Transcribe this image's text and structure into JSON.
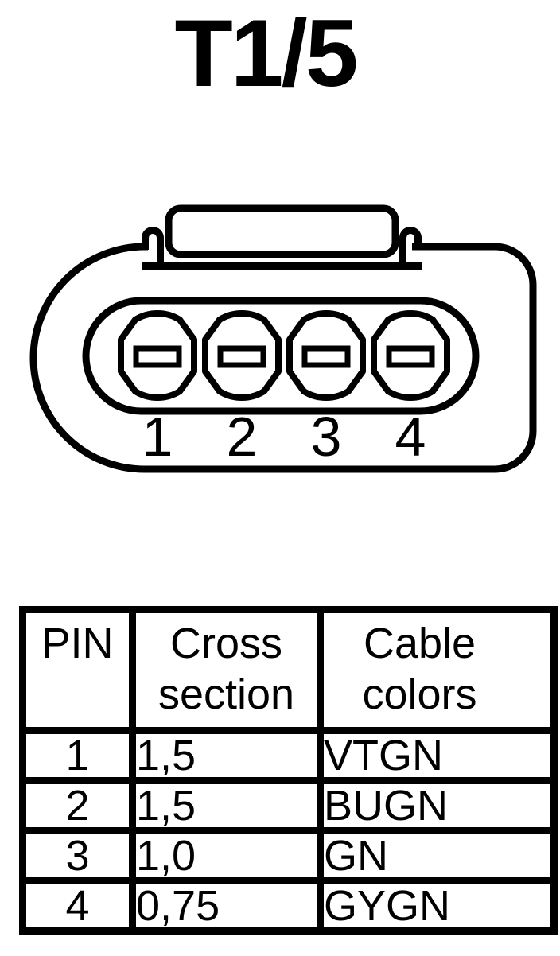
{
  "title": "T1/5",
  "connector": {
    "description": "4-pin connector, front view, latch tab on top",
    "pin_labels": [
      "1",
      "2",
      "3",
      "4"
    ]
  },
  "table": {
    "headers": [
      "PIN",
      "Cross\nsection",
      "Cable\ncolors"
    ],
    "rows": [
      {
        "pin": "1",
        "cross_section": "1,5",
        "cable_colors": "VTGN"
      },
      {
        "pin": "2",
        "cross_section": "1,5",
        "cable_colors": "BUGN"
      },
      {
        "pin": "3",
        "cross_section": "1,0",
        "cable_colors": "GN"
      },
      {
        "pin": "4",
        "cross_section": "0,75",
        "cable_colors": "GYGN"
      }
    ]
  },
  "colors": {
    "foreground": "#000000",
    "background": "#ffffff"
  }
}
